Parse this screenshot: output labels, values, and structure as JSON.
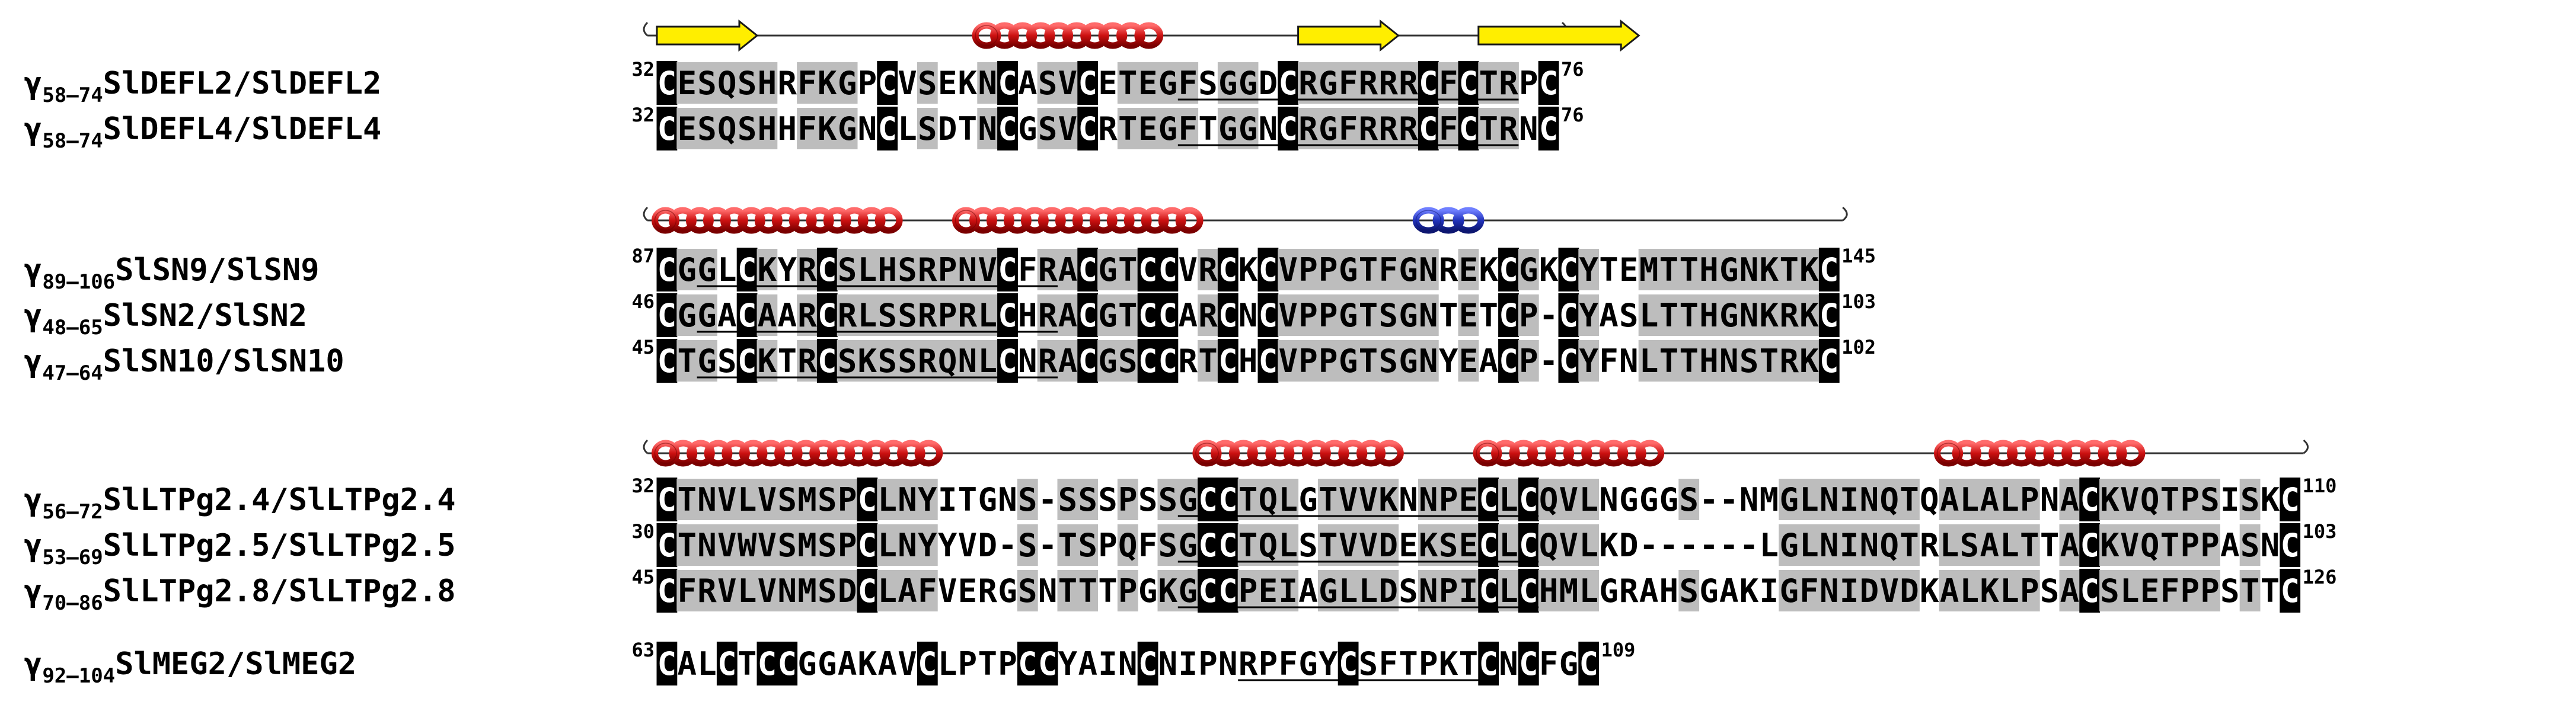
{
  "colors": {
    "identity_box": "#000000",
    "similarity_box": "#bdbdbd",
    "strand_fill": "#ffee00",
    "helix_red": "#cc1111",
    "helix_blue": "#2233bb"
  },
  "blocks": [
    {
      "id": "defl",
      "secondary_structure": [
        {
          "kind": "strand",
          "from": 1,
          "to": 5
        },
        {
          "kind": "helix",
          "color": "red",
          "from": 17,
          "to": 25
        },
        {
          "kind": "strand",
          "from": 33,
          "to": 37
        },
        {
          "kind": "strand",
          "from": 42,
          "to": 49
        }
      ],
      "rows": [
        {
          "greek": "γ",
          "sub": "58–74",
          "name": "SlDEFL2/SlDEFL2",
          "start": "32",
          "end": "76",
          "seq": "CESQSHRFKGPCVSEKNCASVCETEGFSGGDCRGFRRRCFCTRPC"
        },
        {
          "greek": "γ",
          "sub": "58–74",
          "name": "SlDEFL4/SlDEFL4",
          "start": "32",
          "end": "76",
          "seq": "CESQSHHFKGNCLSDTNCGSVCRTEGFTGGNCRGFRRRCFCTRNC"
        }
      ],
      "underline": {
        "from": 27,
        "to": 43
      }
    },
    {
      "id": "sn",
      "secondary_structure": [
        {
          "kind": "helix",
          "color": "red",
          "from": 1,
          "to": 12
        },
        {
          "kind": "helix",
          "color": "red",
          "from": 16,
          "to": 27
        },
        {
          "kind": "helix",
          "color": "blue",
          "from": 39,
          "to": 41
        }
      ],
      "rows": [
        {
          "greek": "γ",
          "sub": "89–106",
          "name": "SlSN9/SlSN9",
          "start": "87",
          "end": "145",
          "seq": "CGGLCKYRCSLHSRPNVCFRACGTCCVRCKCVPPGTFGNREKCGKCYTEMTTHGNKTKC"
        },
        {
          "greek": "γ",
          "sub": "48–65",
          "name": "SlSN2/SlSN2",
          "start": "46",
          "end": "103",
          "seq": "CGGACAARCRLSSRPRLCHRACGTCCARCNCVPPGTSGNTETCP-CYASLTTHGNKRKC"
        },
        {
          "greek": "γ",
          "sub": "47–64",
          "name": "SlSN10/SlSN10",
          "start": "45",
          "end": "102",
          "seq": "CTGSCKTRCSKSSRQNLCNRACGSCCRTCHCVPPGTSGNYEACP-CYFNLTTHNSTRKC"
        }
      ],
      "underline": {
        "from": 3,
        "to": 20
      }
    },
    {
      "id": "ltp",
      "secondary_structure": [
        {
          "kind": "helix",
          "color": "red",
          "from": 1,
          "to": 14
        },
        {
          "kind": "helix",
          "color": "red",
          "from": 28,
          "to": 37
        },
        {
          "kind": "helix",
          "color": "red",
          "from": 42,
          "to": 50
        },
        {
          "kind": "helix",
          "color": "red",
          "from": 65,
          "to": 74
        }
      ],
      "rows": [
        {
          "greek": "γ",
          "sub": "56–72",
          "name": "SlLTPg2.4/SlLTPg2.4",
          "start": "32",
          "end": "110",
          "seq": "CTNVLVSMSPCLNYITGNS-SSSPSSGCCTQLGTVVKNNPECLCQVLNGGGS--NMGLNINQTQALALPNACKVQTPSISKC"
        },
        {
          "greek": "γ",
          "sub": "53–69",
          "name": "SlLTPg2.5/SlLTPg2.5",
          "start": "30",
          "end": "103",
          "seq": "CTNVWVSMSPCLNYYVD-S-TSPQFSGCCTQLSTVVDEKSECLCQVLKD------LGLNINQTRLSALTTACKVQTPPASNC"
        },
        {
          "greek": "γ",
          "sub": "70–86",
          "name": "SlLTPg2.8/SlLTPg2.8",
          "start": "45",
          "end": "126",
          "seq": "CFRVLVNMSDCLAFVERGSNTTTPGKGCCPEIAGLLDSNPICLCHMLGRAHSGAKIGFNIDVDKALKLPSACSLEFPPSTTC"
        }
      ],
      "underline": {
        "from": 27,
        "to": 44
      }
    },
    {
      "id": "meg",
      "secondary_structure": [],
      "rows": [
        {
          "greek": "γ",
          "sub": "92–104",
          "name": "SlMEG2/SlMEG2",
          "start": "63",
          "end": "109",
          "seq": "CALCTCCGGAKAVCLPTPCCYAINCNIPNRPFGYCSFTPKTCNCFGC"
        }
      ],
      "underline": {
        "from": 30,
        "to": 42
      }
    }
  ]
}
